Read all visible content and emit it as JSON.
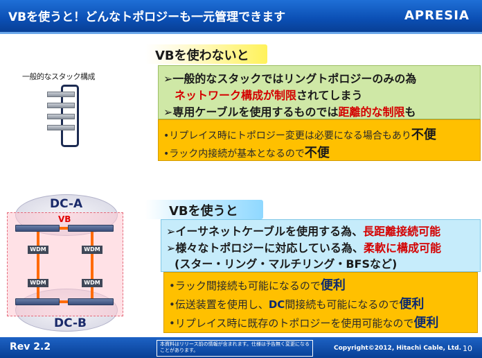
{
  "header": {
    "title": "VBを使うと！どんなトポロジーも一元管理できます",
    "logo": "APRESIA",
    "brand_color": "#0b4fb4"
  },
  "left_top": {
    "label": "一般的なスタック構成"
  },
  "section1": {
    "title": "VBを使わないと",
    "green": {
      "line1": "➢一般的なスタックではリングトポロジーのみの為",
      "line2_red": "ネットワーク構成が制限",
      "line2_rest": "されてしまう",
      "line3_pre": "➢専用ケーブルを使用するものでは",
      "line3_red": "距離的な制限",
      "line3_post": "も"
    },
    "orange": {
      "line1_text": "•リプレイス時にトポロジー変更は必要になる場合もあり",
      "line1_em": "不便",
      "line2_text": "•ラック内接続が基本となるので",
      "line2_em": "不便"
    }
  },
  "section2": {
    "title": "VBを使うと",
    "blue": {
      "line1_pre": "➢イーサネットケーブルを使用する為、",
      "line1_red": "長距離接続可能",
      "line2_pre": "➢様々なトポロジーに対応している為、",
      "line2_red": "柔軟に構成可能",
      "line3": "(スター・リング・マルチリング・BFSなど)"
    },
    "orange": {
      "line1_text": "•ラック間接続も可能になるので",
      "line1_em": "便利",
      "line2_a": "•伝送装置を使用し、",
      "line2_dc": "DC",
      "line2_b": "間接続も可能になるので",
      "line2_em": "便利",
      "line3_text": "•リプレイス時に既存のトポロジーを使用可能なので",
      "line3_em": "便利"
    }
  },
  "diagram": {
    "dc_a": "DC-A",
    "dc_b": "DC-B",
    "vb": "VB",
    "wdm": [
      "WDM",
      "WDM",
      "WDM",
      "WDM"
    ]
  },
  "footer": {
    "rev": "Rev 2.2",
    "note": "本資料はリリース前の情報が含まれます。仕様は予告無く変更になることがあります。",
    "copyright": "Copyright©2012, Hitachi Cable, Ltd.",
    "page": "10"
  }
}
